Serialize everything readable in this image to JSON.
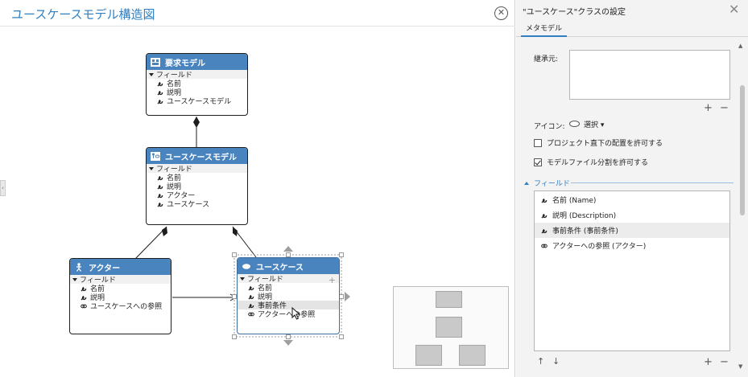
{
  "diagram": {
    "title": "ユースケースモデル構造図",
    "close_icon": "close-circle-icon",
    "nodes": [
      {
        "id": "requirement",
        "title": "要求モデル",
        "icon": "model-icon",
        "fields_label": "フィールド",
        "fields": [
          "名前",
          "説明",
          "ユースケースモデル"
        ]
      },
      {
        "id": "usecase-model",
        "title": "ユースケースモデル",
        "icon": "usecase-model-icon",
        "fields_label": "フィールド",
        "fields": [
          "名前",
          "説明",
          "アクター",
          "ユースケース"
        ]
      },
      {
        "id": "actor",
        "title": "アクター",
        "icon": "actor-icon",
        "fields_label": "フィールド",
        "fields": [
          "名前",
          "説明",
          "ユースケースへの参照"
        ]
      },
      {
        "id": "usecase",
        "title": "ユースケース",
        "icon": "ellipse-icon",
        "fields_label": "フィールド",
        "fields": [
          "名前",
          "説明",
          "事前条件",
          "アクターへの参照"
        ]
      }
    ],
    "add_field_glyph": "+"
  },
  "panel": {
    "title": "\"ユースケース\"クラスの設定",
    "close_glyph": "✕",
    "tab": "メタモデル",
    "inherit_label": "継承元:",
    "add_glyph": "+",
    "remove_glyph": "−",
    "icon_label": "アイコン:",
    "icon_select": "選択 ▾",
    "checkboxes": [
      {
        "label": "プロジェクト直下の配置を許可する",
        "checked": false
      },
      {
        "label": "モデルファイル分割を許可する",
        "checked": true
      }
    ],
    "fields_section": "フィールド",
    "fields": [
      {
        "label": "名前 (Name)",
        "icon": "wrench-icon"
      },
      {
        "label": "説明 (Description)",
        "icon": "wrench-icon"
      },
      {
        "label": "事前条件 (事前条件)",
        "icon": "wrench-icon",
        "highlighted": true
      },
      {
        "label": "アクターへの参照 (アクター)",
        "icon": "link-icon"
      }
    ],
    "up_glyph": "↑",
    "down_glyph": "↓"
  }
}
